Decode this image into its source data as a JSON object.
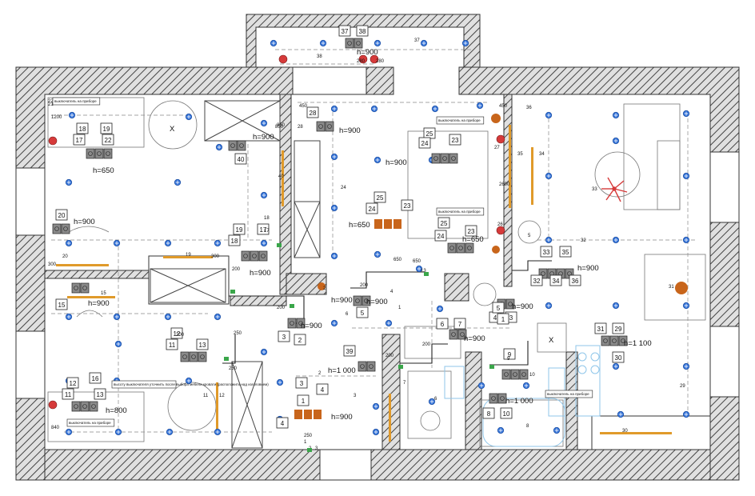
{
  "colors": {
    "wall_hatch": "#555555",
    "wall_bg": "#e6e6e6",
    "blue_point": "#2f6fd6",
    "red_point": "#d63a3a",
    "orange": "#e09a2a",
    "brown": "#c8651b",
    "green": "#3aa64a",
    "line": "#333333",
    "dashed": "#777777",
    "plumbing": "#8fc6ea"
  },
  "heights": [
    {
      "id": "h1",
      "text": "h=900"
    },
    {
      "id": "h2",
      "text": "h=900"
    },
    {
      "id": "h3",
      "text": "h=650"
    },
    {
      "id": "h4",
      "text": "h=900"
    },
    {
      "id": "h5",
      "text": "h=900"
    },
    {
      "id": "h6",
      "text": "h=650"
    },
    {
      "id": "h7",
      "text": "h=900"
    },
    {
      "id": "h8",
      "text": "h=900"
    },
    {
      "id": "h9",
      "text": "h=900"
    },
    {
      "id": "h10",
      "text": "h=650"
    },
    {
      "id": "h11",
      "text": "h=900"
    },
    {
      "id": "h12",
      "text": "h=900"
    },
    {
      "id": "h13",
      "text": "h=900"
    },
    {
      "id": "h14",
      "text": "h=900"
    },
    {
      "id": "h15",
      "text": "h=900"
    },
    {
      "id": "h16",
      "text": "h=1 100"
    },
    {
      "id": "h17",
      "text": "h=1 000"
    },
    {
      "id": "h18",
      "text": "h=1 000"
    },
    {
      "id": "h19",
      "text": "h=900"
    },
    {
      "id": "h20",
      "text": "h=800"
    },
    {
      "id": "h21",
      "text": "h=900"
    }
  ],
  "boxes": [
    "37",
    "38",
    "28",
    "40",
    "18",
    "19",
    "17",
    "22",
    "20",
    "25",
    "24",
    "23",
    "25",
    "24",
    "23",
    "25",
    "24",
    "23",
    "19",
    "18",
    "17",
    "15",
    "33",
    "35",
    "32",
    "34",
    "36",
    "12",
    "11",
    "13",
    "29",
    "30",
    "31",
    "12",
    "16",
    "11",
    "13",
    "39",
    "6",
    "7",
    "5",
    "4",
    "3",
    "9",
    "8",
    "10",
    "3",
    "2",
    "4",
    "1",
    "4",
    "3",
    "5",
    "1"
  ],
  "small_labels": [
    "37",
    "38",
    "280",
    "280",
    "36",
    "450",
    "450",
    "28",
    "850",
    "650",
    "24",
    "40",
    "18",
    "17",
    "20",
    "19",
    "15",
    "200",
    "200",
    "250",
    "650",
    "13",
    "4",
    "2",
    "6",
    "1",
    "2",
    "3",
    "6",
    "5",
    "34",
    "35",
    "32",
    "33",
    "31",
    "30",
    "29",
    "27",
    "26",
    "2600",
    "300",
    "300",
    "850",
    "200",
    "200",
    "200",
    "1",
    "2",
    "3",
    "8",
    "9",
    "10",
    "11",
    "12",
    "840",
    "250",
    "7",
    "1200",
    "21",
    "200",
    "250",
    "22"
  ],
  "notes": [
    {
      "id": "n1",
      "text": "выключатель на приборе"
    },
    {
      "id": "n2",
      "text": "выключатель на приборе"
    },
    {
      "id": "n3",
      "text": "выключатель на приборе"
    },
    {
      "id": "n4",
      "text": "высоту выключателя уточнить после выбора мебели кровати (расположить над изголовьем)"
    },
    {
      "id": "n5",
      "text": "выключатель на приборе"
    },
    {
      "id": "n6",
      "text": "выключатель на приборе"
    }
  ],
  "fixture_labels": [
    "Х",
    "Х"
  ]
}
